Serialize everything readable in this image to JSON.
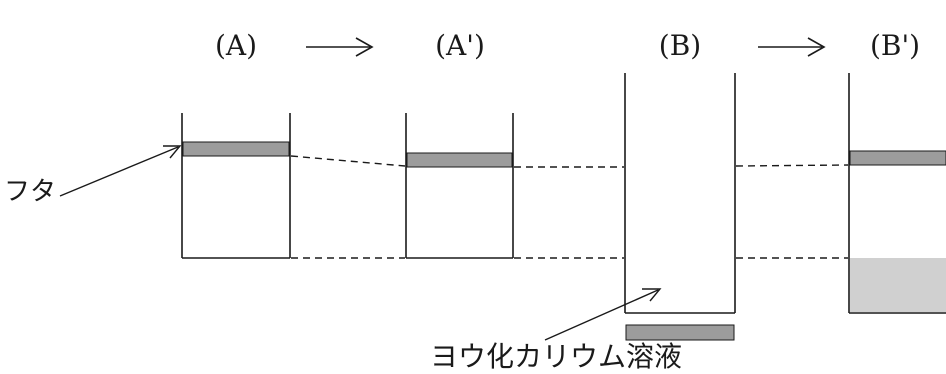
{
  "stages": {
    "a": "(A)",
    "a_prime": "(A')",
    "b": "(B)",
    "b_prime": "(B')"
  },
  "labels": {
    "lid": "フタ",
    "solution": "ヨウ化カリウム溶液"
  },
  "colors": {
    "line": "#1a1a1a",
    "lid_fill": "#9c9c9c",
    "solution_dots": "#333333",
    "solution_grey": "#d0d0d0"
  }
}
